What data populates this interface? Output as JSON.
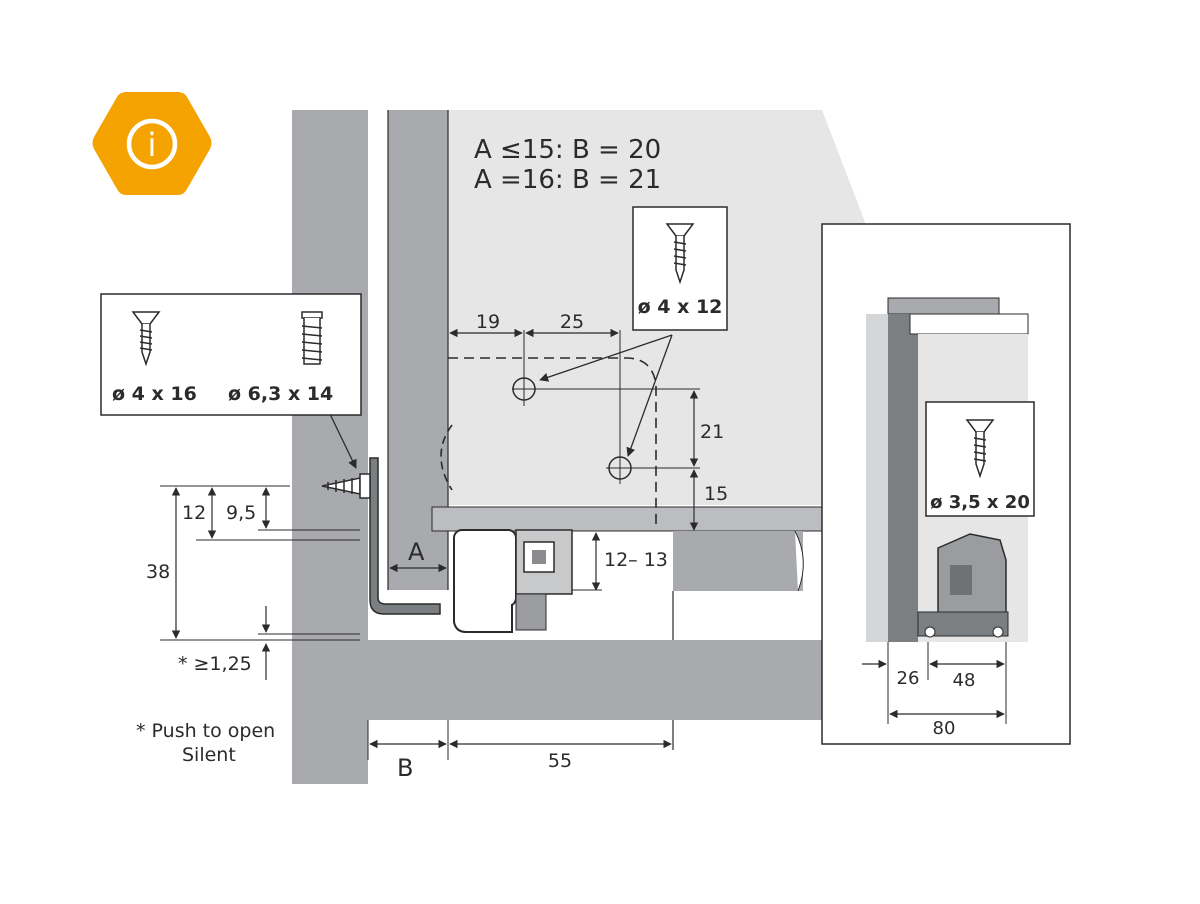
{
  "info_badge": {
    "icon": "info-icon",
    "glyph": "i",
    "color": "#f4a300"
  },
  "formula": {
    "line1": "A ≤15: B = 20",
    "line2": "A =16: B = 21"
  },
  "screws": {
    "left_box": {
      "screw1": "ø 4 x 16",
      "screw2": "ø 6,3 x 14"
    },
    "top_box": {
      "label": "ø 4 x 12"
    },
    "right_box": {
      "label": "ø 3,5 x 20"
    }
  },
  "dimensions": {
    "d19": "19",
    "d25": "25",
    "d21": "21",
    "d15": "15",
    "d12_13": "12– 13",
    "d12": "12",
    "d9_5": "9,5",
    "d38": "38",
    "d1_25": "* ≥1,25",
    "letter_a": "A",
    "letter_b": "B",
    "d55": "55",
    "d26": "26",
    "d48": "48",
    "d80": "80"
  },
  "footnote": {
    "line1": "* Push to open",
    "line2": "Silent"
  },
  "colors": {
    "panel": "#a8aaad",
    "panel_dark": "#7c7f82",
    "background_sheet": "#e6e6e7",
    "line": "#2b2b2b",
    "accent": "#f4a300"
  }
}
